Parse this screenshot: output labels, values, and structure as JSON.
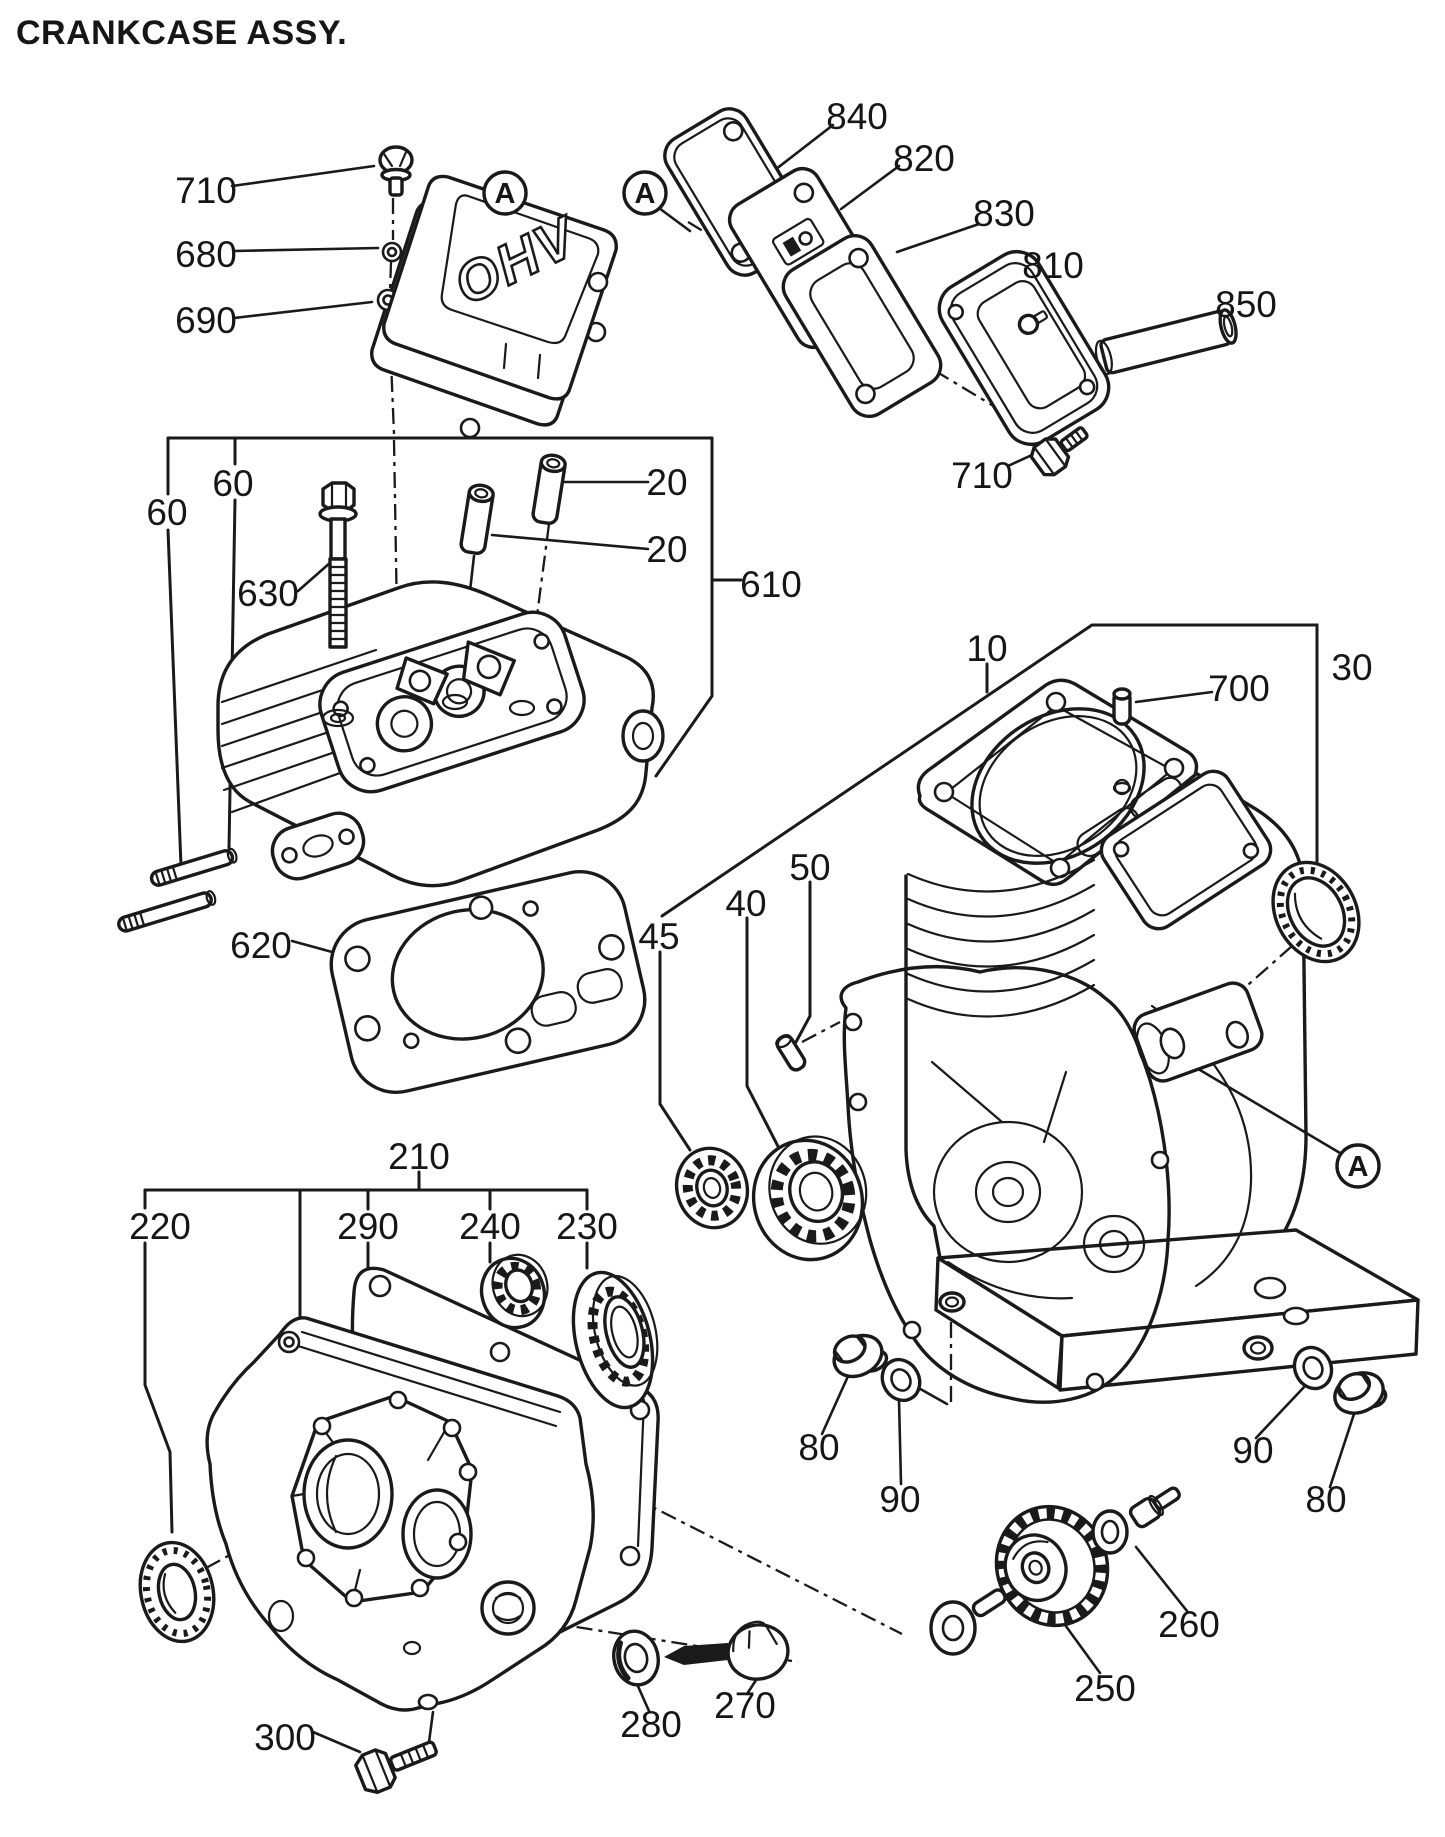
{
  "title": "CRANKCASE ASSY.",
  "valve_cover_text": "OHV",
  "markers": {
    "a_left": "A",
    "a_stack": "A",
    "a_case": "A"
  },
  "callouts": {
    "c710_top": "710",
    "c680": "680",
    "c690": "690",
    "c840": "840",
    "c820": "820",
    "c830": "830",
    "c810": "810",
    "c850": "850",
    "c710_right": "710",
    "c60_a": "60",
    "c60_b": "60",
    "c630": "630",
    "c20_a": "20",
    "c20_b": "20",
    "c610": "610",
    "c620": "620",
    "c10": "10",
    "c700": "700",
    "c30": "30",
    "c45": "45",
    "c40": "40",
    "c50": "50",
    "c80_left": "80",
    "c90_left": "90",
    "c90_right": "90",
    "c80_right": "80",
    "c210": "210",
    "c220": "220",
    "c290": "290",
    "c240": "240",
    "c230": "230",
    "c300": "300",
    "c280": "280",
    "c270": "270",
    "c250": "250",
    "c260": "260"
  }
}
